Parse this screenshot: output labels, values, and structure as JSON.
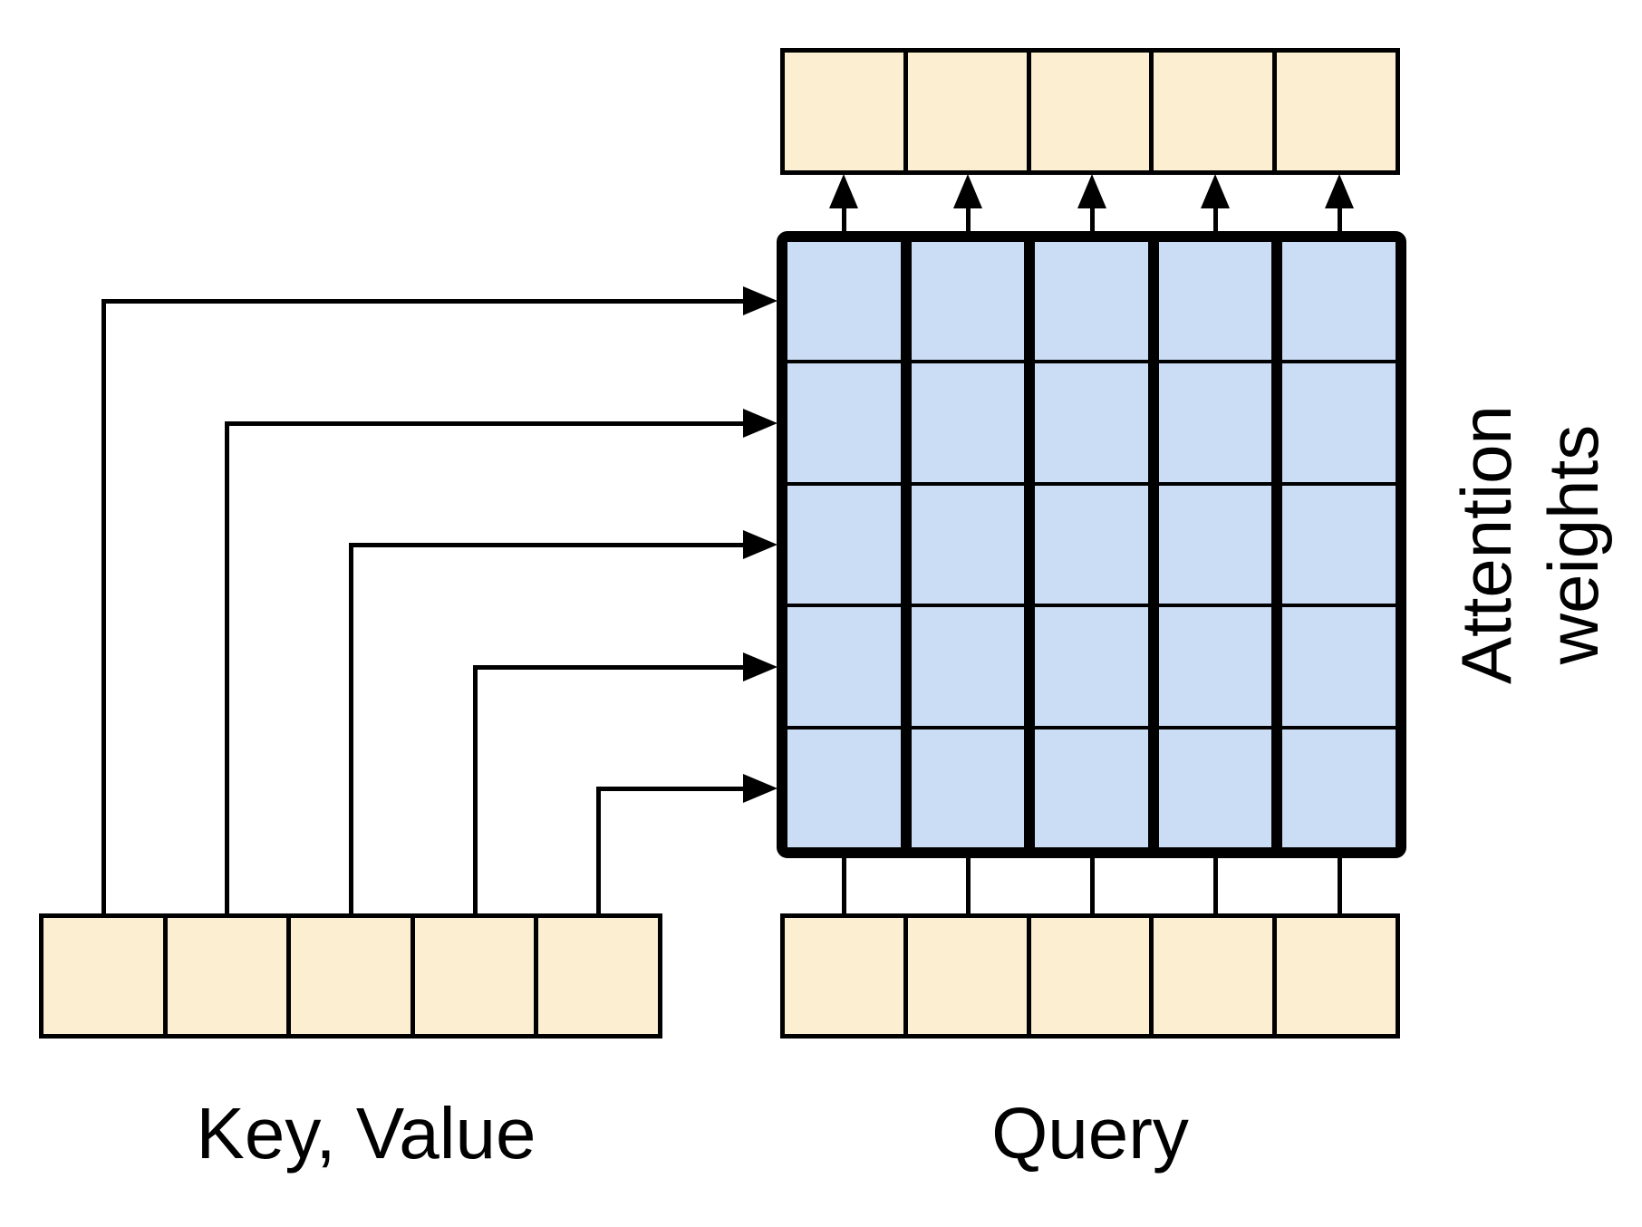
{
  "figure": {
    "labels": {
      "key_value": "Key, Value",
      "query": "Query",
      "attention_line1": "Attention",
      "attention_line2": "weights"
    },
    "colors": {
      "token_fill": "#FCEFD1",
      "weight_fill": "#CBDCF5",
      "stroke": "#000000",
      "background": "#FFFFFF"
    },
    "structure": {
      "output_cells": 5,
      "query_cells": 5,
      "key_value_cells": 5,
      "matrix_rows": 5,
      "matrix_cols": 5,
      "up_arrows": 5,
      "query_connectors": 5,
      "key_value_arrows": 5
    }
  }
}
